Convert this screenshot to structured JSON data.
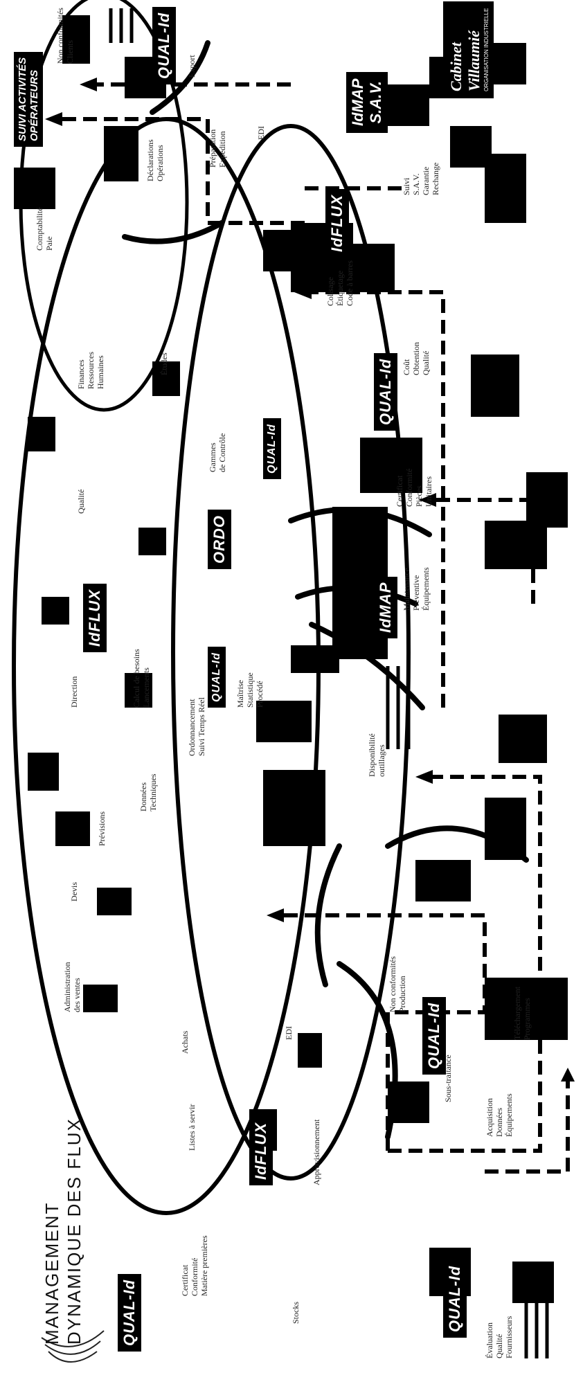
{
  "title": {
    "line1": "MANAGEMENT",
    "line2": "DYNAMIQUE DES FLUX"
  },
  "badge_suivi": "SUIVI ACTIVITÉS\nOPÉRATEURS",
  "brands": {
    "qualid": "QUAL-Id",
    "idflux": "IdFLUX",
    "ordo": "ORDO",
    "idmap": "IdMAP",
    "idmap_sav": "IdMAP\nS.A.V."
  },
  "cabinet": {
    "line1": "Cabinet",
    "line2": "Villaumié",
    "tagline": "ORGANISATION INDUSTRIELLE"
  },
  "labels": {
    "stocks": "Stocks",
    "certificat_mp": "Certificat\nConformité\nMatière premières",
    "achats": "Achats",
    "approvisionnement": "Approvisionnement",
    "admin_ventes": "Administration\ndes ventes",
    "edi_left": "EDI",
    "listes_service": "Listes à servir",
    "devis": "Devis",
    "prevision": "Prévisions",
    "direction": "Direction",
    "donnees_techniques": "Données\nTechniques",
    "calcul_besoins": "Calcul de besoins\nLancements",
    "ordonnancement": "Ordonnancement\nSuivi Temps Réel",
    "qualite": "Qualité",
    "finances": "Finances\nRessources\nHumaines",
    "etudes": "Études",
    "comptabilite": "Comptabilité\nPaie",
    "declarations": "Déclarations\nOpérations",
    "non_conformites_clients": "Non conformités\nClients",
    "export": "Export",
    "preparation": "Préparation\nExpédition",
    "edi_right": "EDI",
    "colisage": "Colisage\nÉtiquetage\nCode à barres",
    "gammes_controle": "Gammes\nde Contrôle",
    "maitrise": "Maîtrise\nStatistique\nProcédé",
    "dispo_outillages": "Disponibilité\noutillages",
    "maintenance": "Maintenance\nPréventive\nÉquipements",
    "certificat_pieces": "Certificat\nConformité\nPièces\nUnitaires",
    "cout_qualite": "Coût\nObtention\nQualité",
    "suivi_sav": "Suivi\nS.A.V.\nGarantie\nRechange",
    "non_conformites_prod": "Non conformités\nProduction",
    "sous_traitance": "Sous-traitance",
    "acquisition": "Acquisition\nDonnées\nÉquipements",
    "telechargement": "Téléchargement\nProgrammes",
    "evaluation": "Évaluation\nQualité\nFournisseurs"
  }
}
